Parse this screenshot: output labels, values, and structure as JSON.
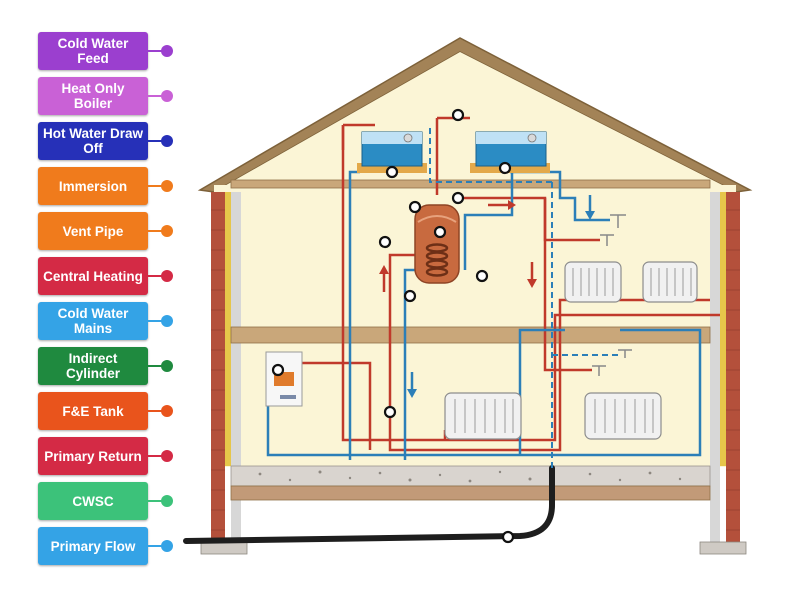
{
  "labels": [
    {
      "text": "Cold Water Feed",
      "color": "#9b3fcf",
      "dot": "#9b3fcf"
    },
    {
      "text": "Heat Only Boiler",
      "color": "#c961d6",
      "dot": "#c961d6"
    },
    {
      "text": "Hot Water Draw Off",
      "color": "#2630b8",
      "dot": "#2630b8"
    },
    {
      "text": "Immersion",
      "color": "#f07b1c",
      "dot": "#f07b1c"
    },
    {
      "text": "Vent Pipe",
      "color": "#f07b1c",
      "dot": "#f07b1c"
    },
    {
      "text": "Central Heating",
      "color": "#d42a45",
      "dot": "#d42a45"
    },
    {
      "text": "Cold Water Mains",
      "color": "#34a3e6",
      "dot": "#34a3e6"
    },
    {
      "text": "Indirect Cylinder",
      "color": "#1f8a3f",
      "dot": "#1f8a3f"
    },
    {
      "text": "F&E Tank",
      "color": "#e9541c",
      "dot": "#e9541c"
    },
    {
      "text": "Primary Return",
      "color": "#d42a45",
      "dot": "#d42a45"
    },
    {
      "text": "CWSC",
      "color": "#3cc27a",
      "dot": "#3cc27a"
    },
    {
      "text": "Primary Flow",
      "color": "#34a3e6",
      "dot": "#34a3e6"
    }
  ],
  "colors": {
    "pipe_hot": "#c0392b",
    "pipe_cold": "#2c7fb8",
    "roof": "#a38357",
    "wall_fill": "#fbf5d6",
    "brick": "#b4503b",
    "floor": "#c9a77a",
    "cylinder": "#c86a3f",
    "tank": "#2b8cc4"
  },
  "icons": [
    "cold-water-tank-icon",
    "hot-water-cylinder-icon",
    "boiler-icon",
    "radiator-icon",
    "tap-icon",
    "flow-arrow-icon",
    "drop-zone-marker-icon"
  ]
}
